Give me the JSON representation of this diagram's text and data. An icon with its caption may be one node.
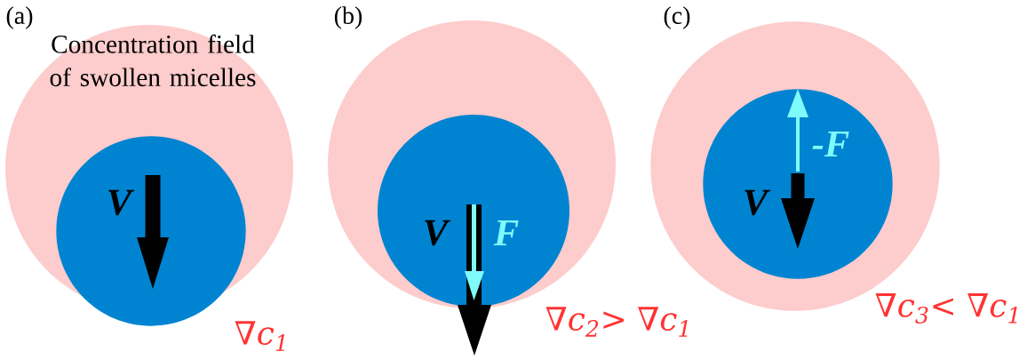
{
  "diagram": {
    "nodes": [
      {
        "text": [
          "Concentration field of swollen micelles"
        ]
      },
      {
        "text": [
          "V"
        ],
        "in": 0
      },
      {
        "text": [],
        "shape": "circle"
      },
      {
        "text": [
          "V",
          "F"
        ],
        "in": 2
      },
      {
        "text": [],
        "shape": "circle"
      },
      {
        "text": [
          "-F",
          "V"
        ],
        "in": 4
      }
    ],
    "labels": [
      "(a)",
      "(b)",
      "(c)",
      "∇c$_{1}$",
      "∇c$_{2}$> ∇c$_{1}$",
      "∇c$_{3}$< ∇c$_{1}$"
    ]
  }
}
